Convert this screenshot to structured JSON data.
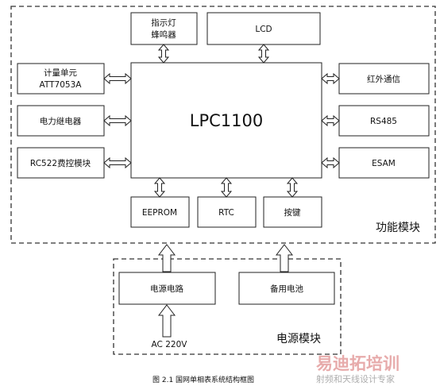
{
  "processor": {
    "label": "LPC1100"
  },
  "top": {
    "indicator": {
      "line1": "指示灯",
      "line2": "蜂鸣器"
    },
    "lcd": "LCD"
  },
  "left": {
    "metering": {
      "line1": "计量单元",
      "line2": "ATT7053A"
    },
    "relay": "电力继电器",
    "rc522": "RC522费控模块"
  },
  "right": {
    "infrared": "红外通信",
    "rs485": "RS485",
    "esam": "ESAM"
  },
  "bottom": {
    "eeprom": "EEPROM",
    "rtc": "RTC",
    "keys": "按键"
  },
  "function_zone": {
    "label": "功能模块"
  },
  "power_zone": {
    "label": "电源模块",
    "circuit": "电源电路",
    "battery": "备用电池",
    "input": "AC   220V"
  },
  "caption": "图 2.1    国网单相表系统结构框图",
  "watermark": {
    "line1": "易迪拓培训",
    "line2": "射频和天线设计专家"
  }
}
